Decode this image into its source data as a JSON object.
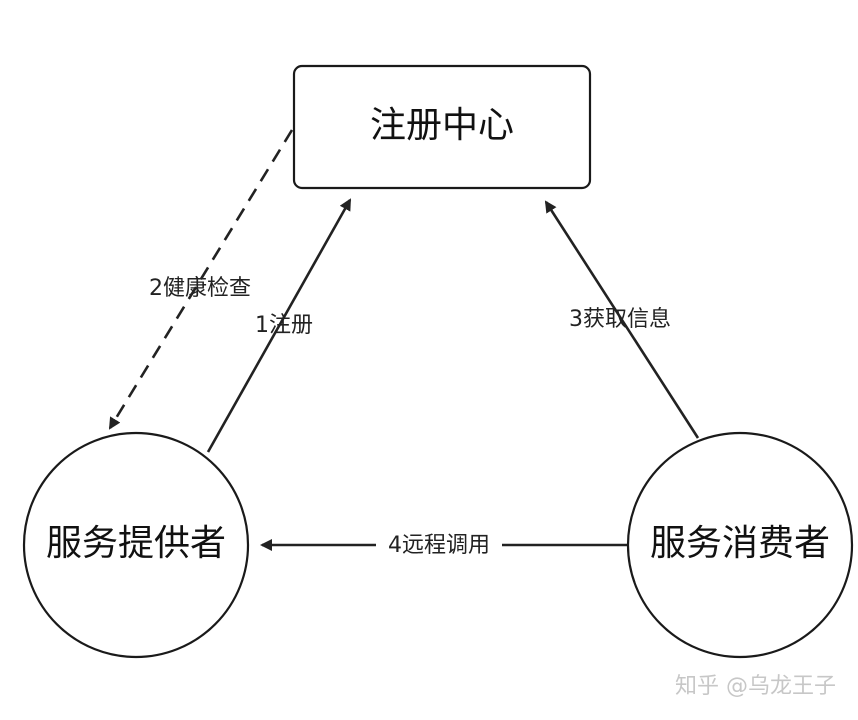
{
  "diagram": {
    "nodes": {
      "registry": {
        "label": "注册中心"
      },
      "provider": {
        "label": "服务提供者"
      },
      "consumer": {
        "label": "服务消费者"
      }
    },
    "edges": {
      "register": {
        "label": "1注册",
        "from": "服务提供者",
        "to": "注册中心",
        "style": "solid"
      },
      "health_check": {
        "label": "2健康检查",
        "from": "注册中心",
        "to": "服务提供者",
        "style": "dashed"
      },
      "fetch_info": {
        "label": "3获取信息",
        "from": "服务消费者",
        "to": "注册中心",
        "style": "solid"
      },
      "remote_call": {
        "label": "4远程调用",
        "from": "服务消费者",
        "to": "服务提供者",
        "style": "solid"
      }
    }
  },
  "watermark": {
    "text": "知乎 @乌龙王子"
  }
}
